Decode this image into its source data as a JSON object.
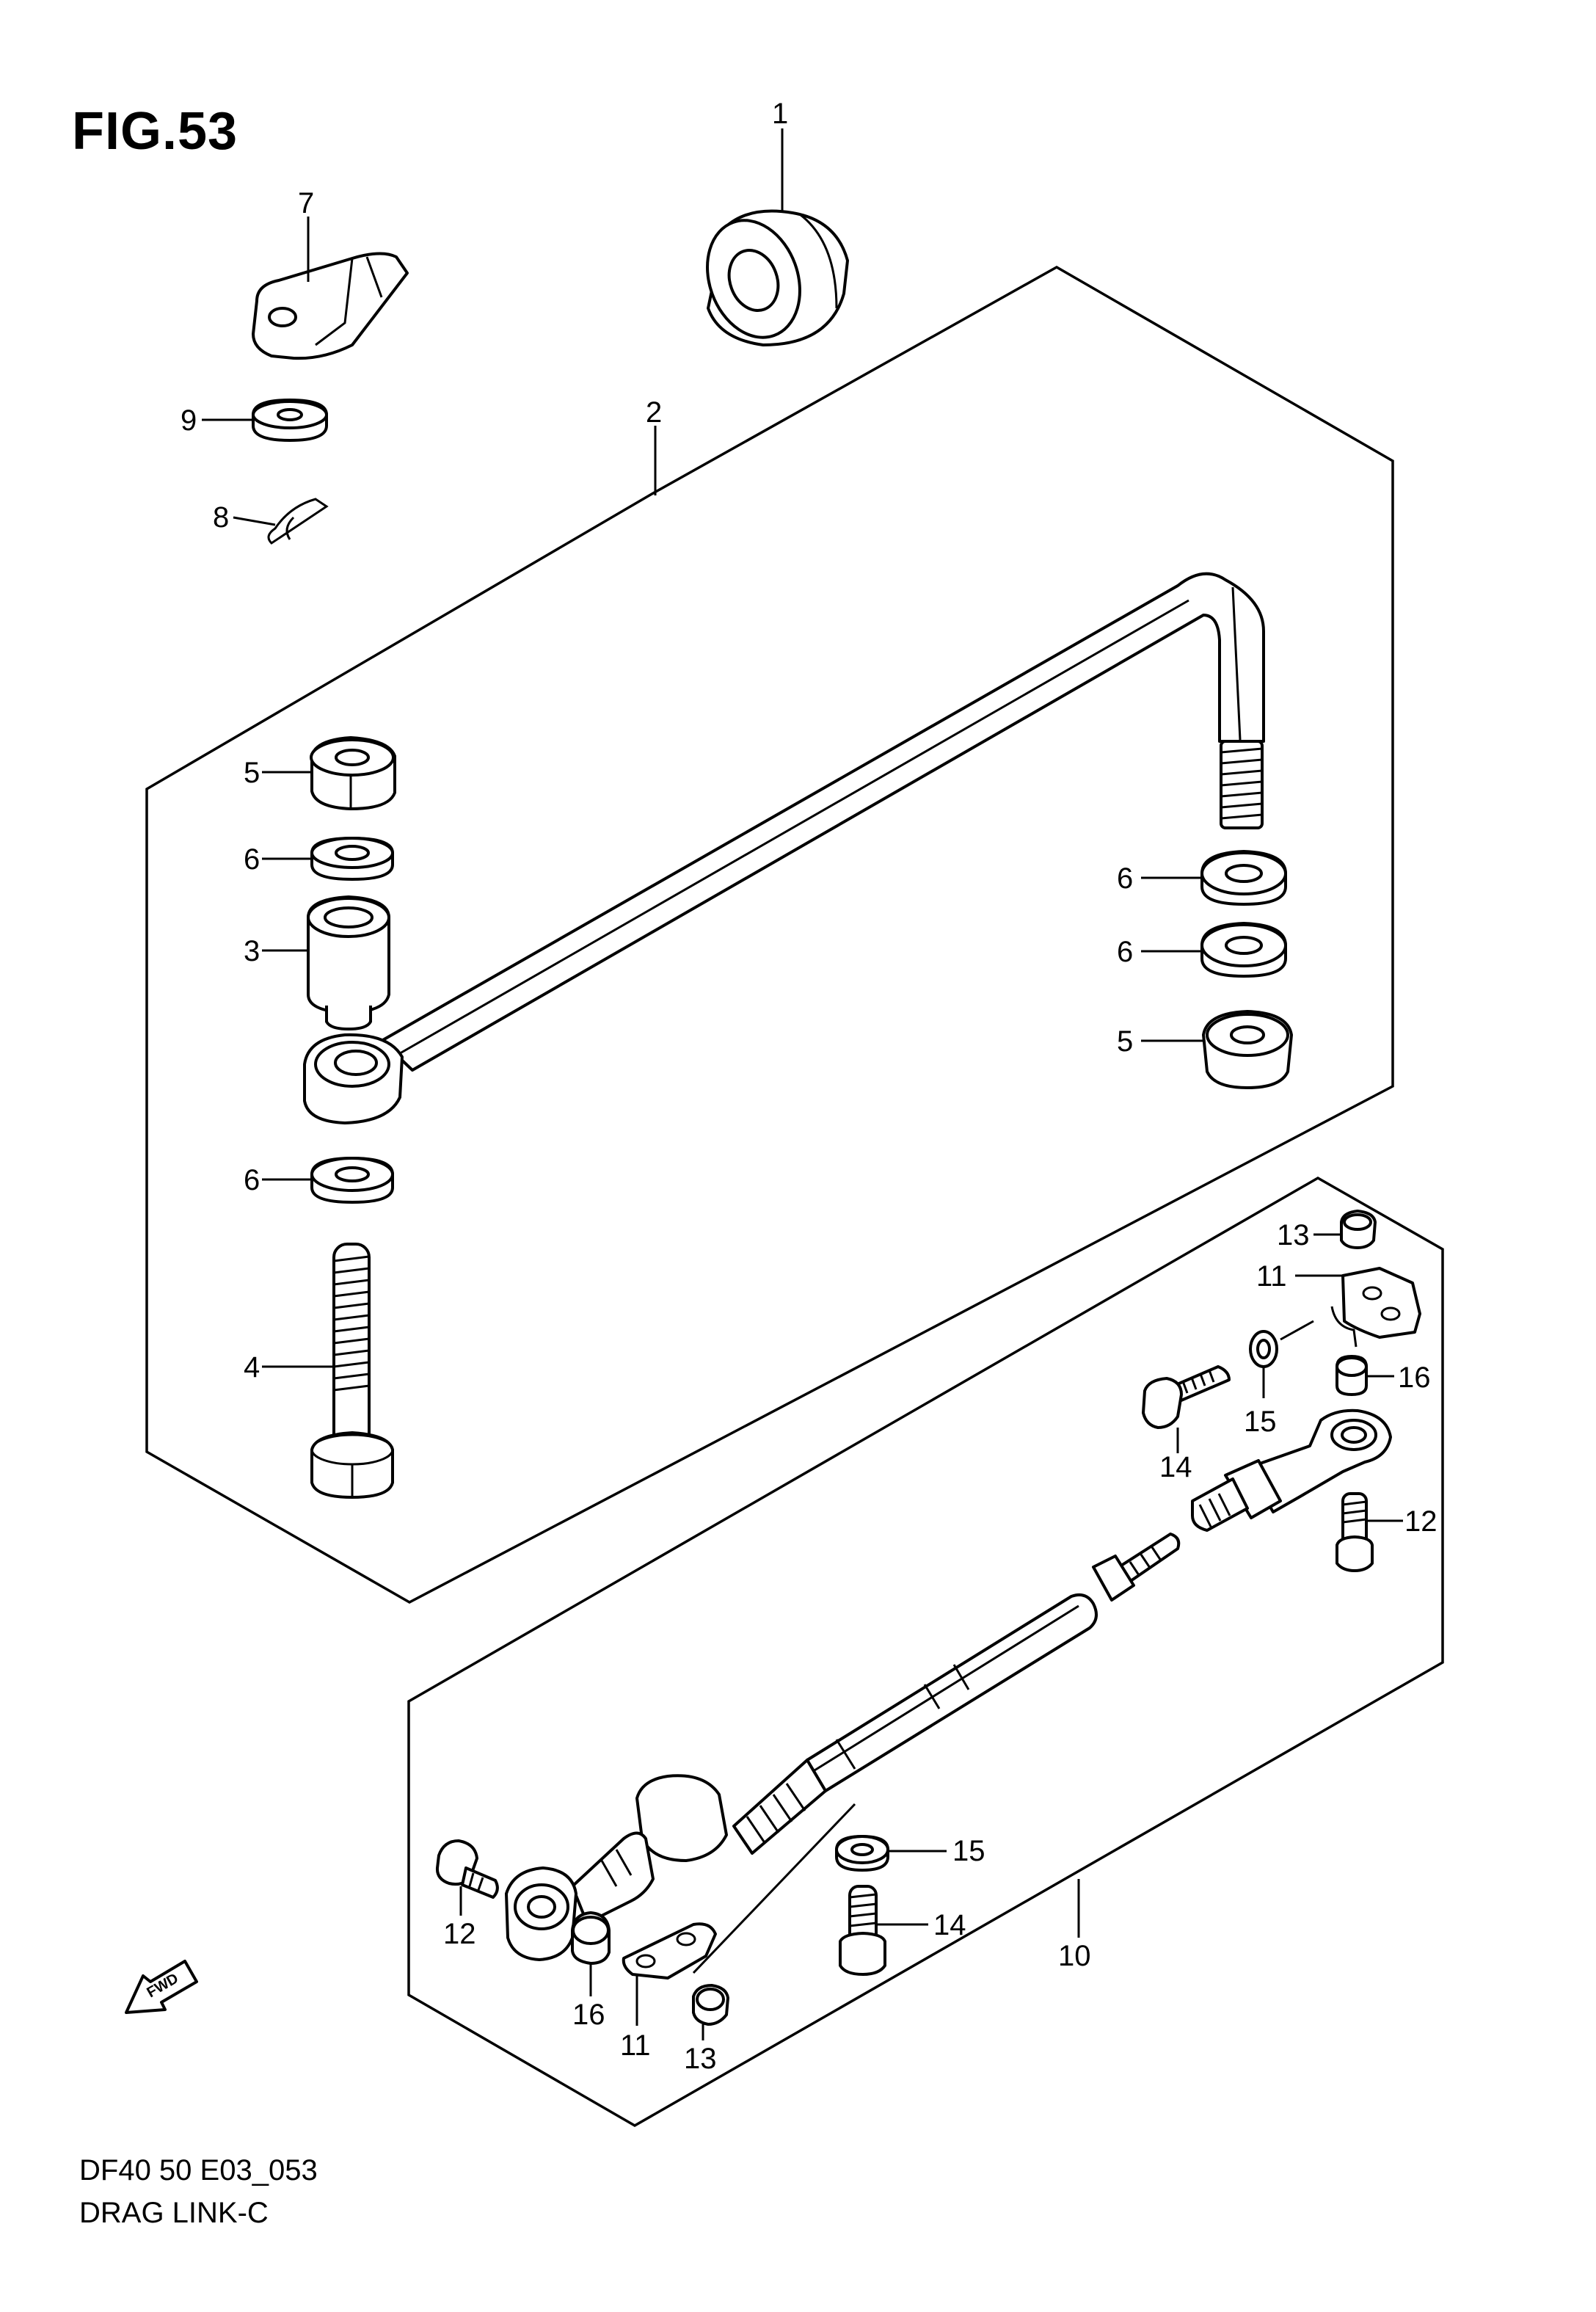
{
  "figure_title": "FIG.53",
  "drawing_code": "DF40 50 E03_053",
  "drawing_name": "DRAG LINK-C",
  "fwd_label": "FWD",
  "callouts": {
    "c1": "1",
    "c2": "2",
    "c3": "3",
    "c4": "4",
    "c5a": "5",
    "c5b": "5",
    "c6a": "6",
    "c6b": "6",
    "c6c": "6",
    "c6d": "6",
    "c7": "7",
    "c8": "8",
    "c9": "9",
    "c10": "10",
    "c11a": "11",
    "c11b": "11",
    "c12a": "12",
    "c12b": "12",
    "c13a": "13",
    "c13b": "13",
    "c14a": "14",
    "c14b": "14",
    "c15a": "15",
    "c15b": "15",
    "c16a": "16",
    "c16b": "16"
  }
}
